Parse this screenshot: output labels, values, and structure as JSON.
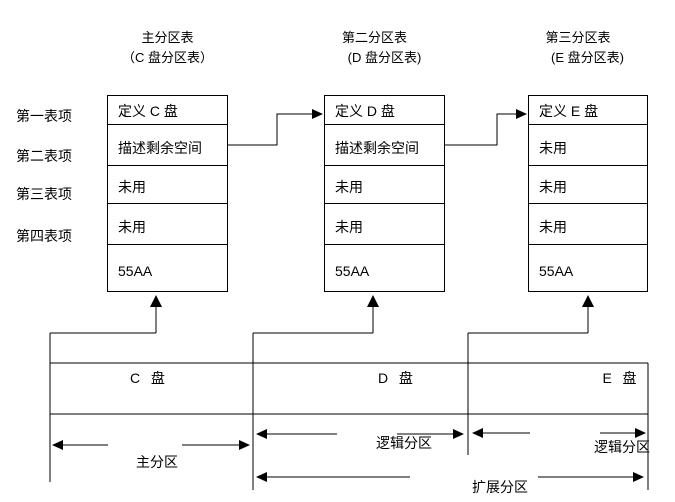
{
  "diagram": {
    "background": "#ffffff",
    "line_color": "#000000",
    "text_color": "#000000",
    "tables": [
      {
        "title": "主分区表",
        "subtitle": "（C 盘分区表）",
        "rows": [
          "定义 C 盘",
          "描述剩余空间",
          "未用",
          "未用",
          "55AA"
        ]
      },
      {
        "title": "第二分区表",
        "subtitle": "(D 盘分区表)",
        "rows": [
          "定义 D 盘",
          "描述剩余空间",
          "未用",
          "未用",
          "55AA"
        ]
      },
      {
        "title": "第三分区表",
        "subtitle": "(E 盘分区表)",
        "rows": [
          "定义 E 盘",
          "未用",
          "未用",
          "未用",
          "55AA"
        ]
      }
    ],
    "row_labels": [
      "第一表项",
      "第二表项",
      "第三表项",
      "第四表项"
    ],
    "disk_sections": [
      "C  盘",
      "D  盘",
      "E  盘"
    ],
    "annotations": {
      "primary": "主分区",
      "logical_left": "逻辑分区",
      "logical_right": "逻辑分区",
      "extended": "扩展分区"
    }
  }
}
